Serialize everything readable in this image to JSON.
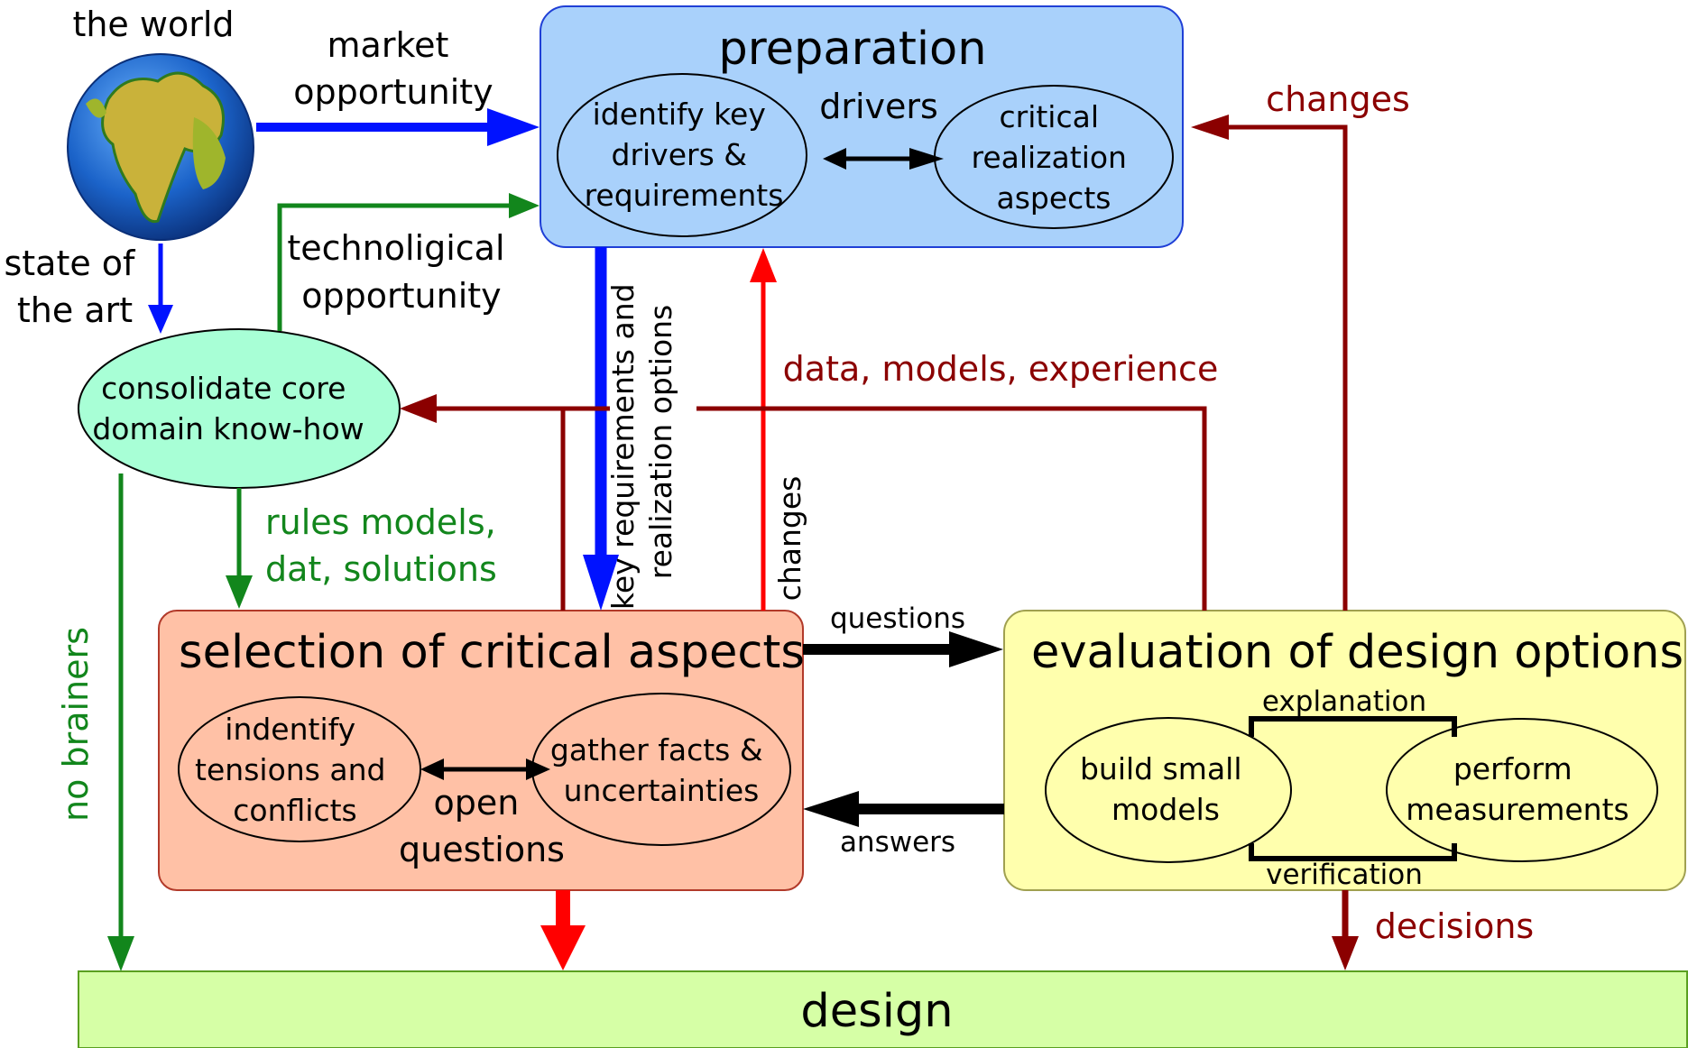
{
  "colors": {
    "preparation_fill": "#a9d1fb",
    "preparation_stroke": "#1f3fd6",
    "selection_fill": "#ffc1a6",
    "evaluation_fill": "#ffffad",
    "design_fill": "#d6ffa6",
    "consolidate_fill": "#a8ffd6",
    "blue_arrow": "#0012ff",
    "green_arrow": "#12861c",
    "dark_red_arrow": "#8b0000",
    "red_arrow": "#ff0000",
    "black_arrow": "#000000"
  },
  "world": {
    "title": "the world",
    "icon": "globe-icon",
    "state_of_art": [
      "state of",
      "the art"
    ]
  },
  "edges": {
    "market_opportunity": [
      "market",
      "opportunity"
    ],
    "technological_opportunity": [
      "technoligical",
      "opportunity"
    ],
    "changes_top": "changes",
    "data_models_experience": "data, models, experience",
    "key_requirements": [
      "key requirements and",
      "realization options"
    ],
    "changes_vertical": "changes",
    "rules_models": [
      "rules models,",
      "dat, solutions"
    ],
    "no_brainers": "no brainers",
    "questions": "questions",
    "answers": "answers",
    "decisions": "decisions"
  },
  "preparation": {
    "title": "preparation",
    "left": [
      "identify key",
      "drivers &",
      "requirements"
    ],
    "drivers": "drivers",
    "right": [
      "critical",
      "realization",
      "aspects"
    ]
  },
  "consolidate": [
    "consolidate core",
    "domain know-how"
  ],
  "selection": {
    "title": "selection of critical aspects",
    "left": [
      "indentify",
      "tensions and",
      "conflicts"
    ],
    "open_questions": [
      "open",
      "questions"
    ],
    "right": [
      "gather facts &",
      "uncertainties"
    ]
  },
  "evaluation": {
    "title": "evaluation of design options",
    "explanation": "explanation",
    "verification": "verification",
    "left": [
      "build small",
      "models"
    ],
    "right": [
      "perform",
      "measurements"
    ]
  },
  "design": {
    "title": "design"
  }
}
